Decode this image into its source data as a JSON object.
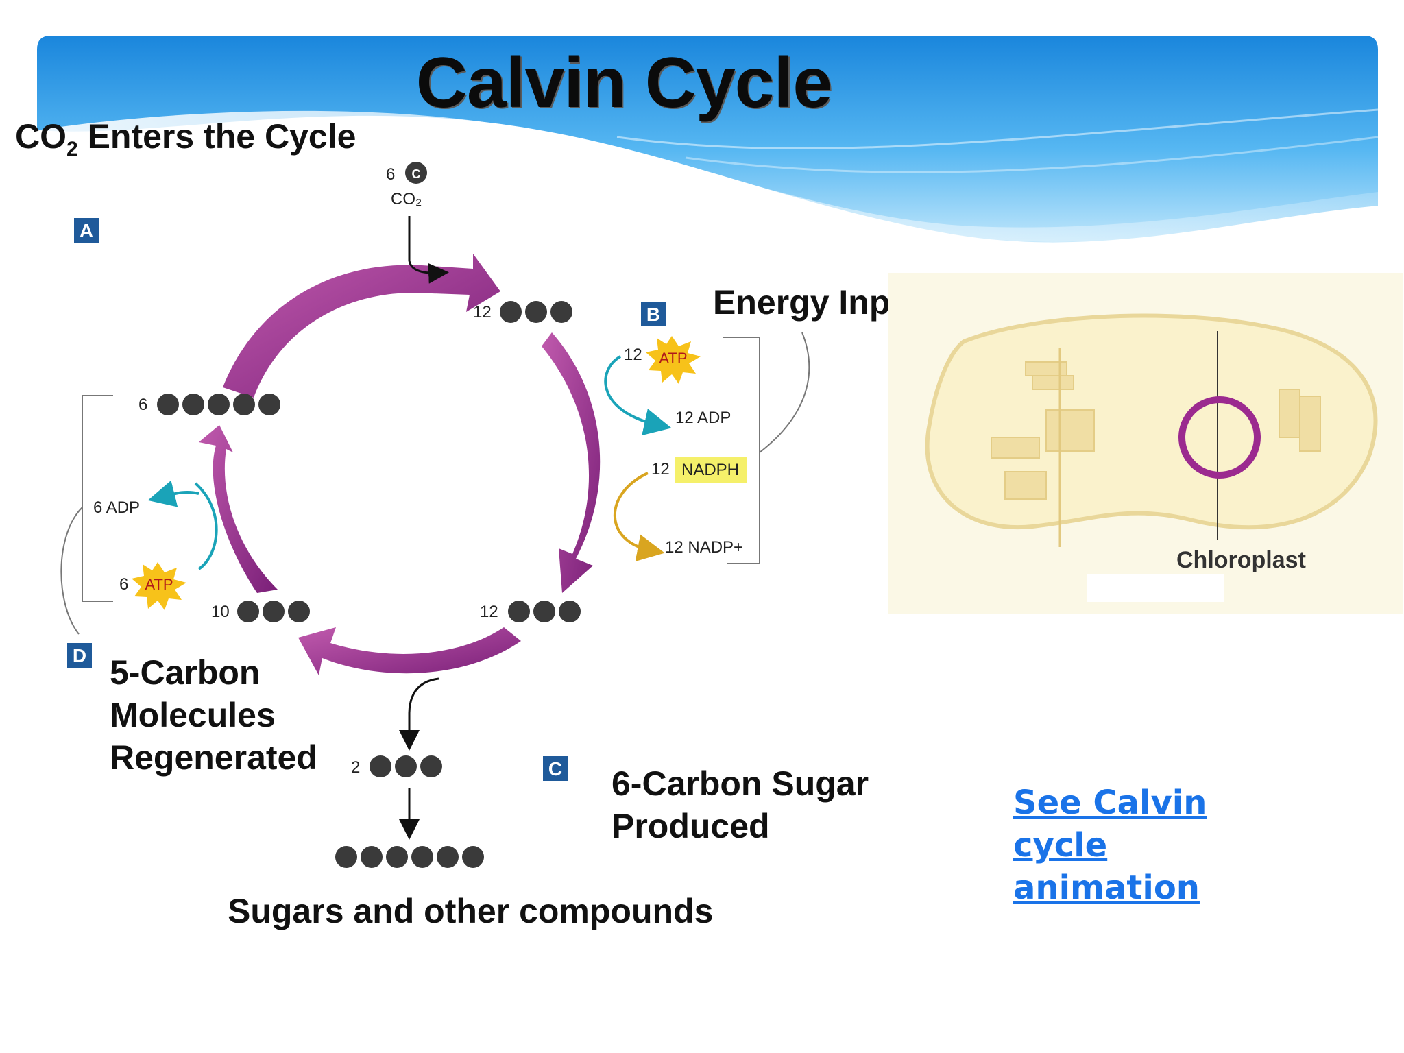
{
  "slide": {
    "title": "Calvin Cycle",
    "co2_heading_prefix": "CO",
    "co2_heading_sub": "2",
    "co2_heading_suffix": " Enters the Cycle",
    "energy_input": "Energy Input",
    "five_carbon_line1": "5-Carbon",
    "five_carbon_line2": "Molecules",
    "five_carbon_line3": "Regenerated",
    "six_carbon_line1": "6-Carbon Sugar",
    "six_carbon_line2": "Produced",
    "sugars_label": "Sugars and other compounds",
    "link_line1": "See Calvin cycle",
    "link_line2": "animation"
  },
  "diagram": {
    "step_a": "A",
    "step_b": "B",
    "step_c": "C",
    "step_d": "D",
    "co2_count": "6",
    "co2_label": "CO₂",
    "carbon_symbol": "C",
    "top_right_count": "12",
    "bottom_right_count": "12",
    "bottom_left_count": "10",
    "rubp_count": "6",
    "output_count": "2",
    "atp_in_count": "12",
    "atp_label": "ATP",
    "adp_out": "12 ADP",
    "nadph_count": "12",
    "nadph_label": "NADPH",
    "nadp_out": "12 NADP+",
    "adp_left": "6 ADP",
    "atp_left_count": "6",
    "chloroplast_label": "Chloroplast"
  },
  "colors": {
    "cycle_arrow": "#9b2a8f",
    "header_blue": "#1e8fe0",
    "link": "#1a73e8",
    "teal_arrow": "#1aa3b8",
    "gold_arrow": "#d9a520",
    "nadph_highlight": "#f5f06a"
  }
}
